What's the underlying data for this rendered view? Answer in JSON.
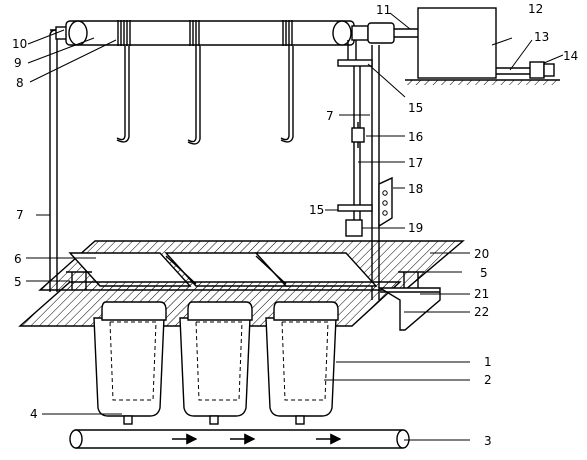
{
  "labels": {
    "n1": "1",
    "n2": "2",
    "n3": "3",
    "n4": "4",
    "n5a": "5",
    "n5b": "5",
    "n6": "6",
    "n7a": "7",
    "n7b": "7",
    "n8": "8",
    "n9": "9",
    "n10": "10",
    "n11": "11",
    "n12": "12",
    "n13": "13",
    "n14": "14",
    "n15a": "15",
    "n15b": "15",
    "n16": "16",
    "n17": "17",
    "n18": "18",
    "n19": "19",
    "n20": "20",
    "n21": "21",
    "n22": "22"
  },
  "colors": {
    "stroke": "#000000",
    "background": "#ffffff"
  }
}
